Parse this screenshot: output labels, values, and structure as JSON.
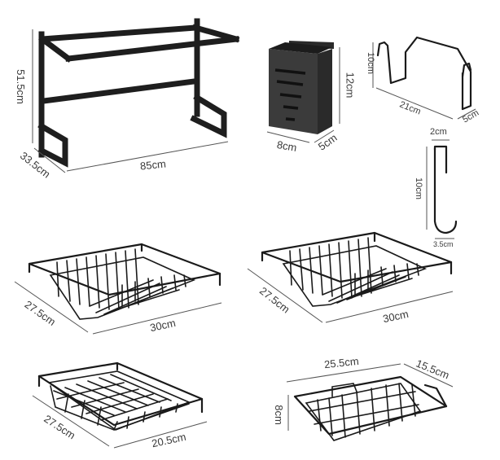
{
  "diagram": {
    "type": "product-dimension-sheet",
    "parts": [
      {
        "id": "rack-frame",
        "name": "Over-sink rack frame",
        "dimensions": {
          "height": "51.5cm",
          "depth": "33.5cm",
          "width": "85cm"
        }
      },
      {
        "id": "utensil-holder",
        "name": "Utensil / cutlery holder",
        "dimensions": {
          "height": "12cm",
          "width": "8cm",
          "depth": "5cm"
        }
      },
      {
        "id": "cutting-board-holder",
        "name": "Wire cutting-board holder",
        "dimensions": {
          "height": "10cm",
          "length": "21cm",
          "depth": "5cm"
        }
      },
      {
        "id": "s-hook",
        "name": "Hanging hook",
        "dimensions": {
          "top_width": "2cm",
          "height": "10cm",
          "bottom_width": "3.5cm"
        }
      },
      {
        "id": "dish-basket-left",
        "name": "Dish drying basket (left)",
        "dimensions": {
          "depth": "27.5cm",
          "width": "30cm"
        }
      },
      {
        "id": "dish-basket-right",
        "name": "Dish drying basket (right)",
        "dimensions": {
          "depth": "27.5cm",
          "width": "30cm"
        }
      },
      {
        "id": "flat-basket",
        "name": "Flat wire tray basket",
        "dimensions": {
          "depth": "27.5cm",
          "width": "20.5cm"
        }
      },
      {
        "id": "sponge-basket",
        "name": "Hanging sponge basket",
        "dimensions": {
          "length": "25.5cm",
          "depth": "15.5cm",
          "height": "8cm"
        }
      }
    ]
  }
}
